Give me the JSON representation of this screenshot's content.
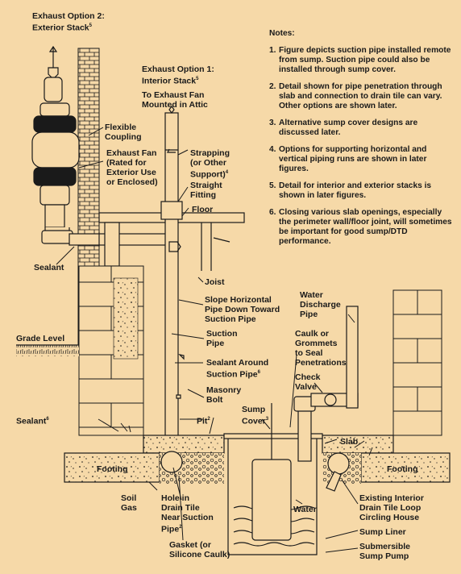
{
  "labels": {
    "exhaust_option2": "Exhaust Option 2:\nExterior Stack",
    "exhaust_option2_sup": "5",
    "exhaust_option1": "Exhaust Option 1:\nInterior Stack",
    "exhaust_option1_sup": "5",
    "to_exhaust_fan": "To Exhaust Fan\nMounted in Attic",
    "flexible_coupling": "Flexible\nCoupling",
    "exhaust_fan": "Exhaust Fan\n(Rated for\nExterior Use\nor Enclosed)",
    "strapping": "Strapping\n(or Other\nSupport)",
    "strapping_sup": "4",
    "straight_fitting": "Straight\nFitting",
    "floor": "Floor",
    "sealant_left": "Sealant",
    "joist": "Joist",
    "slope_horizontal": "Slope Horizontal\nPipe Down Toward\nSuction Pipe",
    "grade_level": "Grade Level",
    "suction_pipe": "Suction\nPipe",
    "sealant_around": "Sealant Around\nSuction Pipe",
    "sealant_around_sup": "6",
    "masonry_bolt": "Masonry\nBolt",
    "sealant_lower": "Sealant",
    "sealant_lower_sup": "6",
    "pit": "Pit",
    "pit_sup": "2",
    "sump_cover": "Sump\nCover",
    "sump_cover_sup": "3",
    "water_discharge": "Water\nDischarge\nPipe",
    "caulk_grommets": "Caulk or\nGrommets\nto Seal\nPenetrations",
    "check_valve": "Check\nValve",
    "slab": "Slab",
    "footing_left": "Footing",
    "footing_right": "Footing",
    "soil_gas": "Soil\nGas",
    "hole_drain_tile": "Hole in\nDrain Tile\nNear Suction\nPipe",
    "hole_drain_tile_sup": "2",
    "water": "Water",
    "existing_drain_tile": "Existing Interior\nDrain Tile Loop\nCircling House",
    "sump_liner": "Sump Liner",
    "submersible_pump": "Submersible\nSump Pump",
    "gasket": "Gasket (or\nSilicone Caulk)"
  },
  "notes": {
    "title": "Notes:",
    "items": [
      {
        "num": "1.",
        "text": "Figure depicts suction pipe installed remote from sump. Suction pipe could also be installed through sump cover."
      },
      {
        "num": "2.",
        "text": "Detail shown for pipe penetration through slab and connection to drain tile can vary. Other options are shown later."
      },
      {
        "num": "3.",
        "text": "Alternative sump cover designs are discussed later."
      },
      {
        "num": "4.",
        "text": "Options for supporting horizontal and vertical piping runs are shown in later figures."
      },
      {
        "num": "5.",
        "text": "Detail for interior and exterior stacks is shown in later figures."
      },
      {
        "num": "6.",
        "text": "Closing various slab openings, especially the perimeter wall/floor joint, will sometimes be important for good sump/DTD performance."
      }
    ]
  },
  "colors": {
    "background": "#f6d9a8",
    "ink": "#1a1a1a",
    "fan_band": "#1a1a1a",
    "paper": "#f6d9a8"
  }
}
